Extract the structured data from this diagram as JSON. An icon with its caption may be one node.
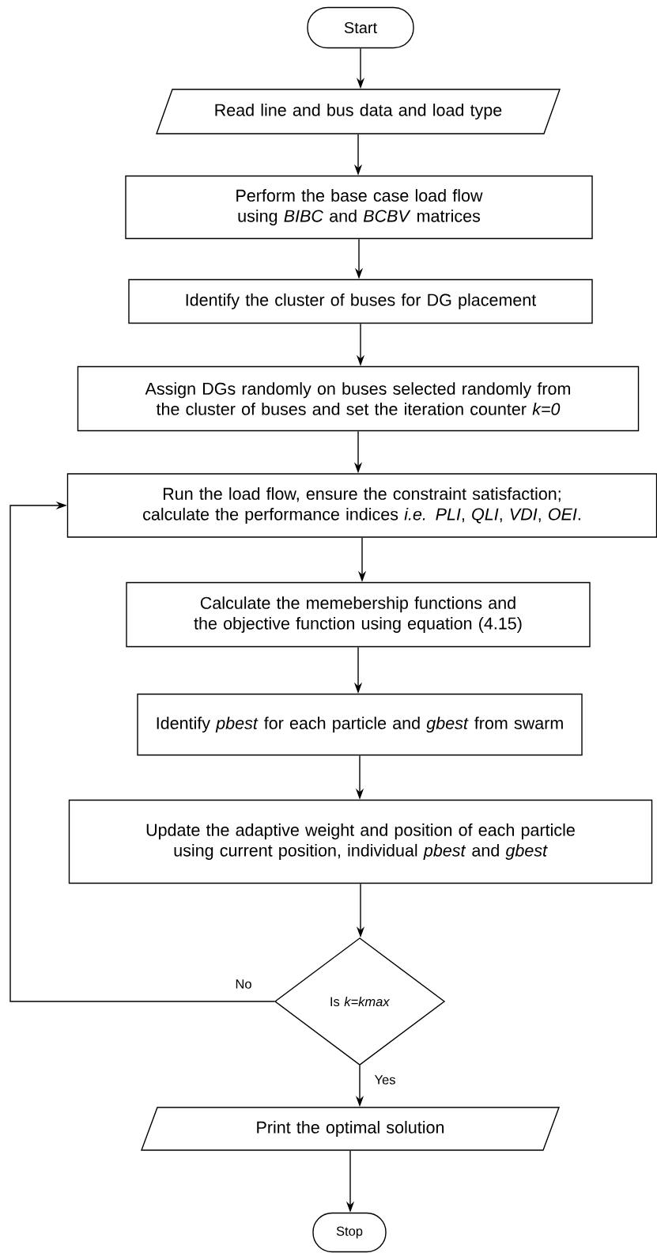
{
  "diagram": {
    "nodes": [
      {
        "text": [
          "Start"
        ]
      },
      {
        "text": [
          "Read line and bus data and load type"
        ]
      },
      {
        "text": [
          "Perform the base case load flow using *BIBC* and *BCBV* matrices"
        ]
      },
      {
        "text": [
          "Identify the cluster of buses for DG placement"
        ]
      },
      {
        "text": [
          "Assign DGs randomly on buses selected randomly from the cluster of buses and set the iteration counter *k=0*"
        ]
      },
      {
        "text": [
          "Run the load flow, ensure the constraint satisfaction; calculate the performance indices *i.e. PLI*, *QLI*, *VDI*, *OEI*."
        ]
      },
      {
        "text": [
          "Calculate the memebership functions and the objective function using equation (4.15)"
        ]
      },
      {
        "text": [
          "Identify *pbest* for each particle and *gbest* from swarm"
        ]
      },
      {
        "text": [
          "Update the adaptive weight and position of each particle using current position, individual *pbest* and *gbest*"
        ]
      },
      {
        "text": [
          "Is *k=kmax*"
        ]
      },
      {
        "text": [
          "Print the optimal solution"
        ]
      },
      {
        "text": [
          "Stop"
        ]
      }
    ],
    "edges": [
      {
        "from": 0,
        "to": 1,
        "arrow": "to"
      },
      {
        "from": 1,
        "to": 2,
        "arrow": "to"
      },
      {
        "from": 2,
        "to": 3,
        "arrow": "to"
      },
      {
        "from": 3,
        "to": 4,
        "arrow": "to"
      },
      {
        "from": 4,
        "to": 5,
        "arrow": "to"
      },
      {
        "from": 5,
        "to": 6,
        "arrow": "to"
      },
      {
        "from": 6,
        "to": 7,
        "arrow": "to"
      },
      {
        "from": 7,
        "to": 8,
        "arrow": "to"
      },
      {
        "from": 8,
        "to": 9,
        "arrow": "to"
      },
      {
        "from": 9,
        "to": 5,
        "arrow": "to",
        "label": "No"
      },
      {
        "from": 9,
        "to": 10,
        "arrow": "to",
        "label": "Yes"
      },
      {
        "from": 10,
        "to": 11,
        "arrow": "to"
      }
    ]
  }
}
